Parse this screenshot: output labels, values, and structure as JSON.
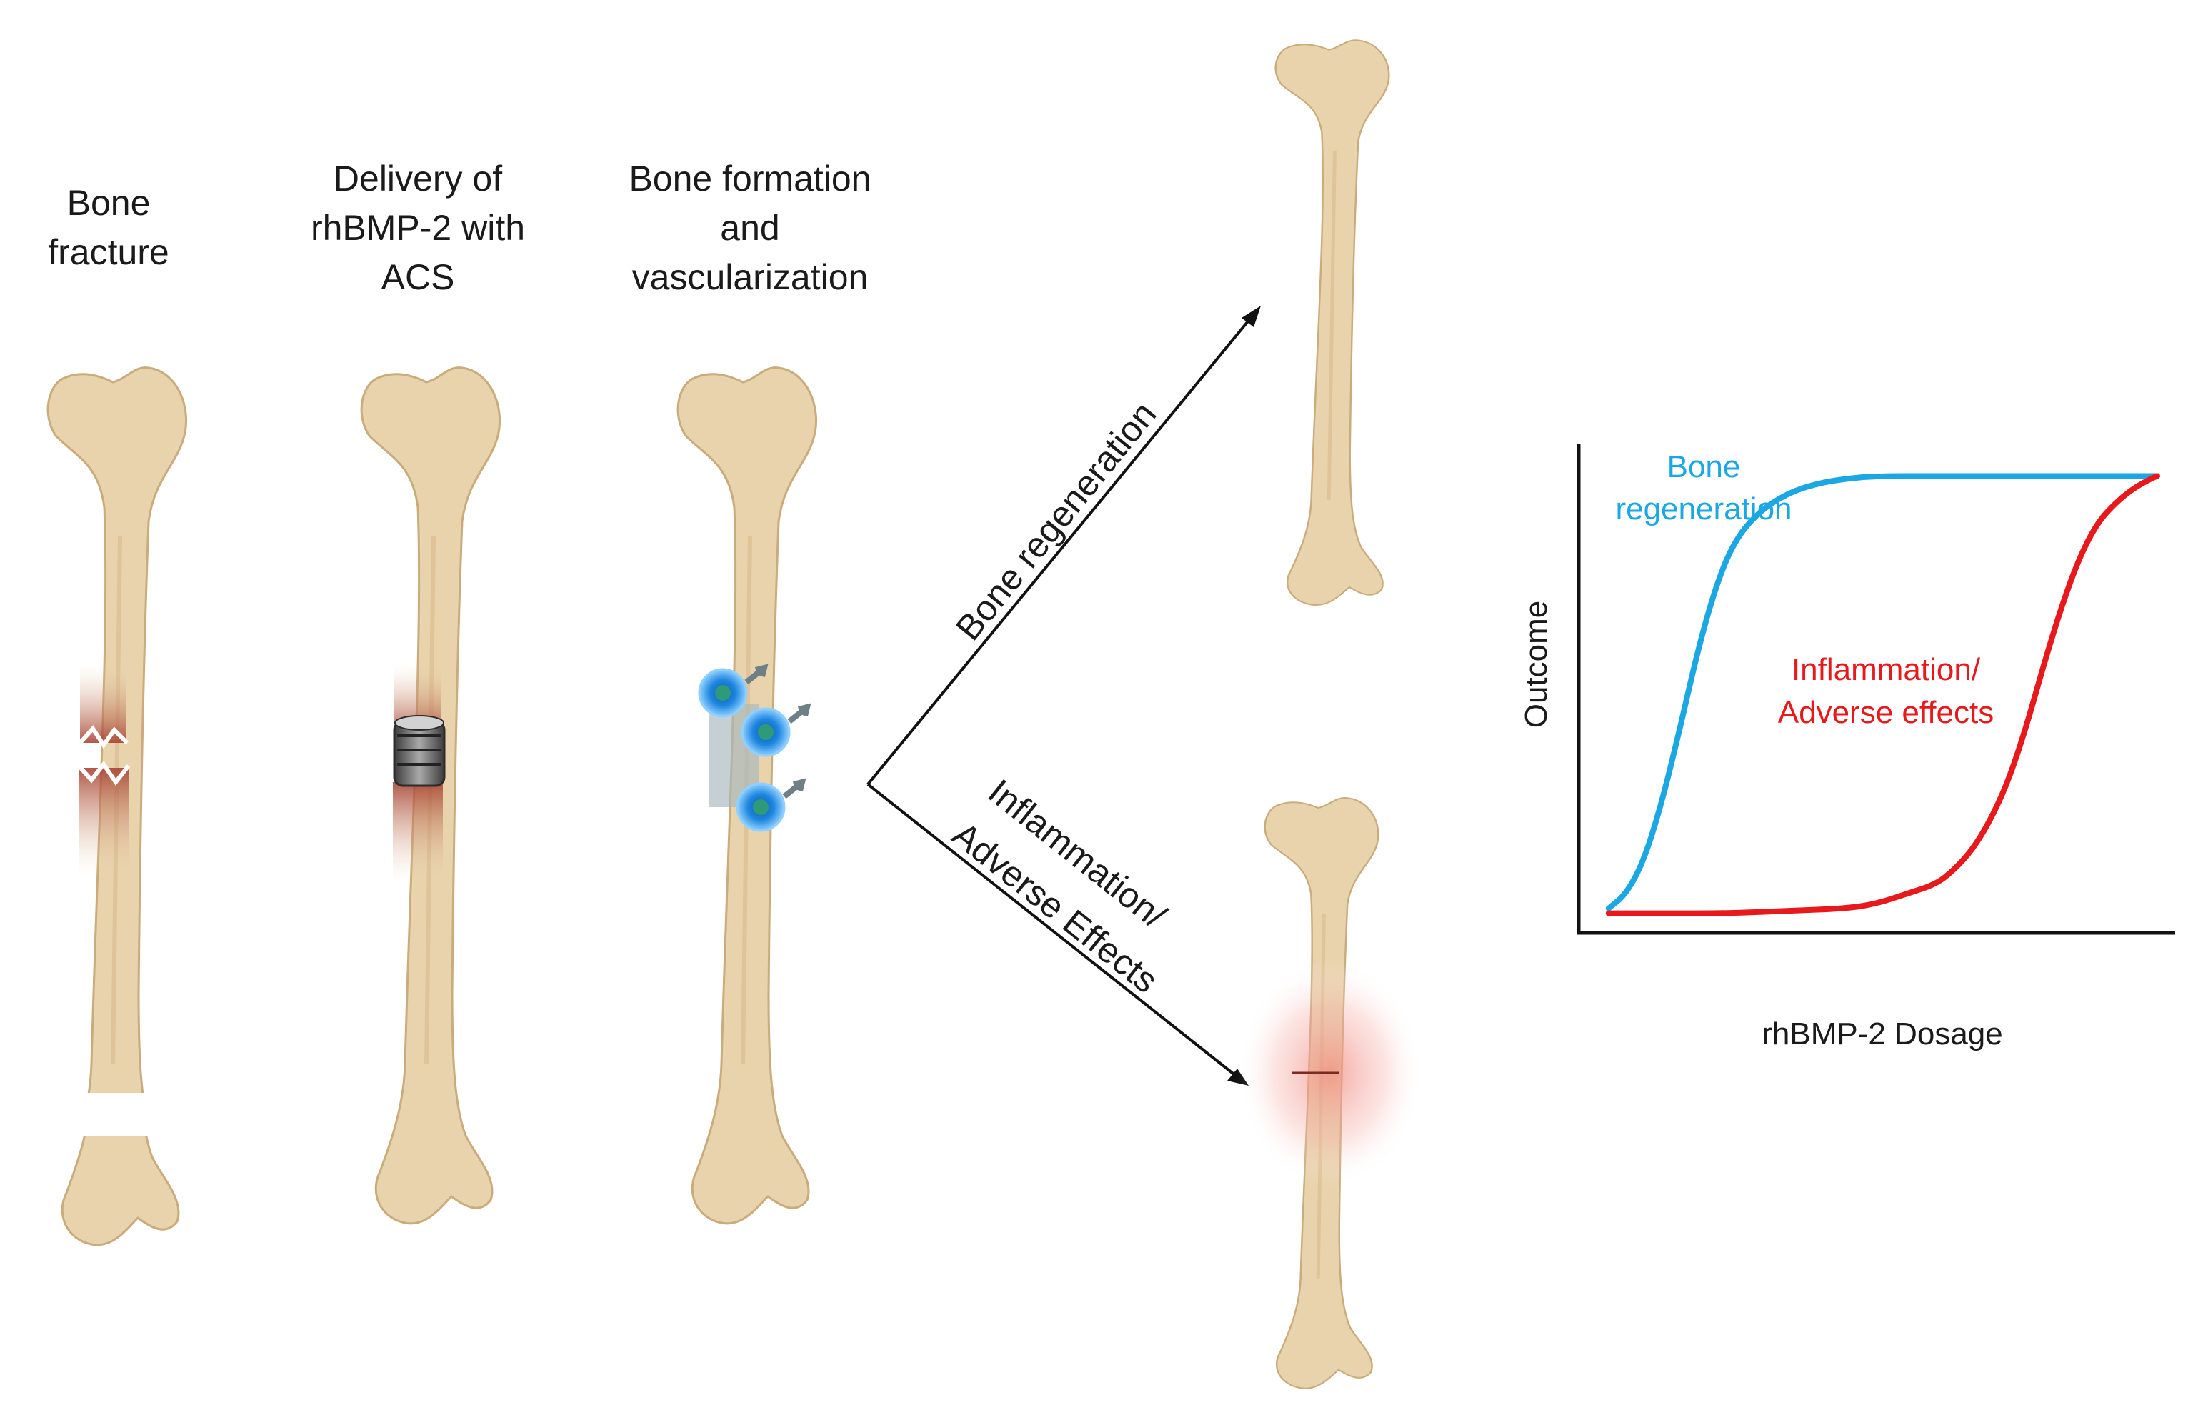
{
  "stages": [
    {
      "lines": [
        "Bone",
        "fracture"
      ]
    },
    {
      "lines": [
        "Delivery of",
        "rhBMP-2 with",
        "ACS"
      ]
    },
    {
      "lines": [
        "Bone formation",
        "and",
        "vascularization"
      ]
    }
  ],
  "arrows": {
    "upper_label": "Bone regeneration",
    "lower_label_line1": "Inflammation/",
    "lower_label_line2": "Adverse Effects"
  },
  "colors": {
    "bone": "#e9d3ad",
    "bone_edge": "#c9ab7c",
    "fracture": "#a33a2a",
    "regeneration": "#1aa7e4",
    "adverse": "#e8191c",
    "cell": "#1f7fd8"
  },
  "chart_data": {
    "type": "line",
    "xlabel": "rhBMP-2 Dosage",
    "ylabel": "Outcome",
    "xlim": [
      0,
      1
    ],
    "ylim": [
      0,
      1
    ],
    "grid": false,
    "series": [
      {
        "name_lines": [
          "Bone",
          "regeneration"
        ],
        "color": "#1aa7e4",
        "x": [
          0.05,
          0.08,
          0.11,
          0.14,
          0.17,
          0.2,
          0.23,
          0.26,
          0.3,
          0.35,
          0.4,
          0.45,
          0.5,
          0.6,
          0.7,
          0.8,
          0.9,
          0.97
        ],
        "y": [
          0.05,
          0.08,
          0.15,
          0.27,
          0.42,
          0.58,
          0.71,
          0.8,
          0.86,
          0.9,
          0.92,
          0.93,
          0.935,
          0.935,
          0.935,
          0.935,
          0.935,
          0.935
        ]
      },
      {
        "name_lines": [
          "Inflammation/",
          "Adverse effects"
        ],
        "color": "#e8191c",
        "x": [
          0.05,
          0.15,
          0.25,
          0.35,
          0.45,
          0.5,
          0.55,
          0.6,
          0.63,
          0.66,
          0.69,
          0.72,
          0.75,
          0.78,
          0.81,
          0.84,
          0.87,
          0.9,
          0.93,
          0.96,
          0.97
        ],
        "y": [
          0.04,
          0.04,
          0.04,
          0.045,
          0.05,
          0.06,
          0.08,
          0.1,
          0.13,
          0.17,
          0.23,
          0.31,
          0.42,
          0.55,
          0.67,
          0.77,
          0.84,
          0.88,
          0.91,
          0.93,
          0.935
        ]
      }
    ]
  }
}
